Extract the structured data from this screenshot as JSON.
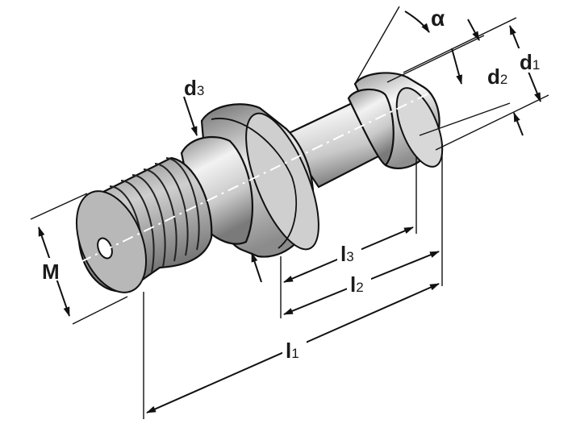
{
  "dimensions": {
    "M": "M",
    "d1": {
      "letter": "d",
      "sub": "1"
    },
    "d2": {
      "letter": "d",
      "sub": "2"
    },
    "d3": {
      "letter": "d",
      "sub": "3"
    },
    "alpha": "α",
    "l1": {
      "letter": "l",
      "sub": "1"
    },
    "l2": {
      "letter": "l",
      "sub": "2"
    },
    "l3": {
      "letter": "l",
      "sub": "3"
    }
  }
}
